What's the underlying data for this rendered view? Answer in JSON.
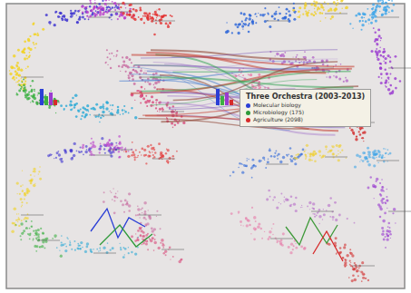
{
  "diagram": {
    "labels": [
      "Three Orchestra (2003-2013)"
    ],
    "legend": [
      {
        "text": "Molecular biology",
        "color": "#2b3fd6"
      },
      {
        "text": "Microbiology (175)",
        "color": "#2f9a3a"
      },
      {
        "text": "Agriculture (2098)",
        "color": "#d62a2a"
      }
    ]
  }
}
